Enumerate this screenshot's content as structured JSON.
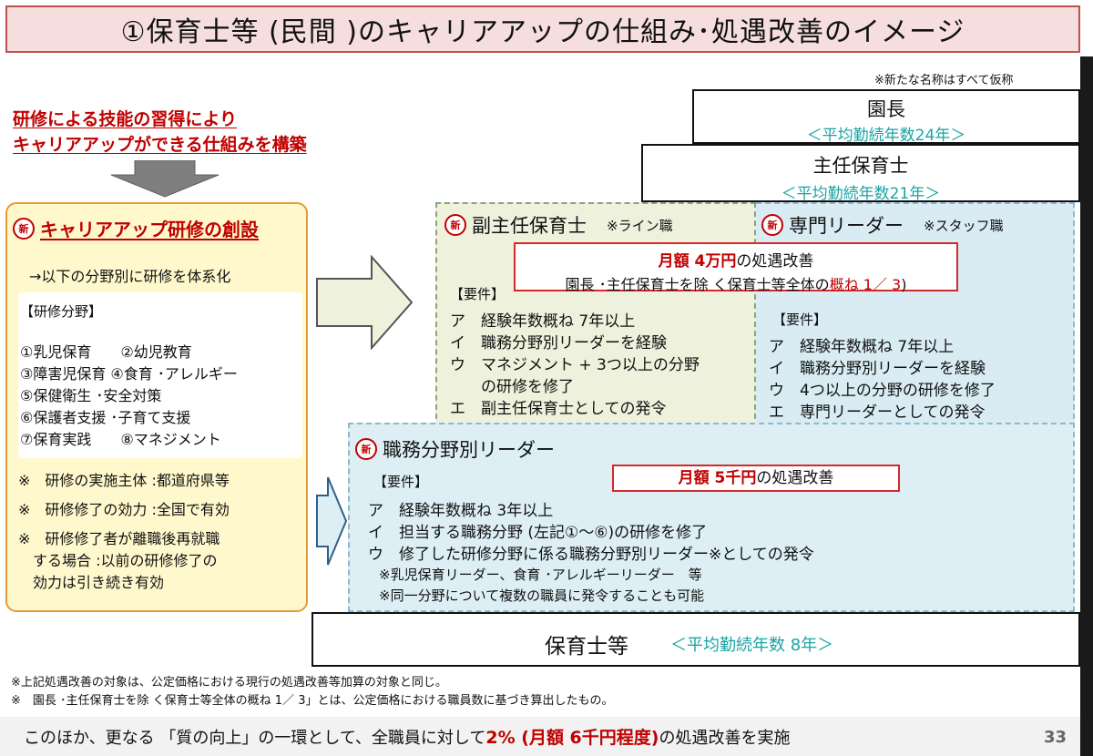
{
  "title": "①保育士等 (民間 )のキャリアアップの仕組み･処遇改善のイメージ",
  "provisional_note": "※新たな名称はすべて仮称",
  "left_heading": [
    "研修による技能の習得により",
    "キャリアアップができる仕組みを構築"
  ],
  "new_badge": "新",
  "training": {
    "title": "キャリアアップ研修の創設",
    "subtitle": "→以下の分野別に研修を体系化",
    "fields_header": "【研修分野】",
    "fields": [
      "①乳児保育　　②幼児教育",
      "③障害児保育 ④食育 ･アレルギー",
      "⑤保健衛生 ･安全対策",
      "⑥保護者支援 ･子育て支援",
      "⑦保育実践　　⑧マネジメント"
    ],
    "notes": [
      "※　研修の実施主体 :都道府県等",
      "※　研修修了の効力 :全国で有効",
      "※　研修修了者が離職後再就職",
      "　する場合 :以前の研修修了の",
      "　効力は引き続き有効"
    ]
  },
  "principal": {
    "title": "園長",
    "tenure": "＜平均勤続年数24年＞"
  },
  "chief": {
    "title": "主任保育士",
    "tenure": "＜平均勤続年数21年＞"
  },
  "deputy": {
    "title": "副主任保育士",
    "type": "※ライン職",
    "req_header": "【要件】",
    "reqs": [
      "ア　経験年数概ね 7年以上",
      "イ　職務分野別リーダーを経験",
      "ウ　マネジメント + 3つ以上の分野",
      "　　の研修を修了",
      "エ　副主任保育士としての発令"
    ]
  },
  "specialist": {
    "title": "専門リーダー",
    "type": "※スタッフ職",
    "req_header": "【要件】",
    "reqs": [
      "ア　経験年数概ね 7年以上",
      "イ　職務分野別リーダーを経験",
      "ウ　4つ以上の分野の研修を修了",
      "エ　専門リーダーとしての発令"
    ]
  },
  "raise_40k": {
    "amount": "月額 4万円",
    "suffix": "の処遇改善",
    "line2_pre": "園長 ･主任保育士を除 く保育士等全体の",
    "line2_red": "概ね 1／ 3",
    "line2_post": ")"
  },
  "field_leader": {
    "title": "職務分野別リーダー",
    "req_header": "【要件】",
    "raise_amount": "月額 5千円",
    "raise_suffix": "の処遇改善",
    "reqs": [
      "ア　経験年数概ね 3年以上",
      "イ　担当する職務分野 (左記①～⑥)の研修を修了",
      "ウ　修了した研修分野に係る職務分野別リーダー※としての発令"
    ],
    "notes": [
      "※乳児保育リーダー、食育 ･アレルギーリーダー　等",
      "※同一分野について複数の職員に発令することも可能"
    ]
  },
  "childcare_worker": {
    "title": "保育士等",
    "tenure": "＜平均勤続年数 8年＞"
  },
  "footnotes": [
    "※上記処遇改善の対象は、公定価格における現行の処遇改善等加算の対象と同じ。",
    "※　園長 ･主任保育士を除 く保育士等全体の概ね 1／ 3」とは、公定価格における職員数に基づき算出したもの。"
  ],
  "bottom": {
    "pre": "このほか、更なる 「質の向上」の一環として、全職員に対して",
    "red": "2% (月額 6千円程度)",
    "post": "の処遇改善を実施"
  },
  "page_number": "33",
  "colors": {
    "accent_red": "#c00000",
    "teal": "#1aa3a3",
    "orange_border": "#e59a3a"
  }
}
